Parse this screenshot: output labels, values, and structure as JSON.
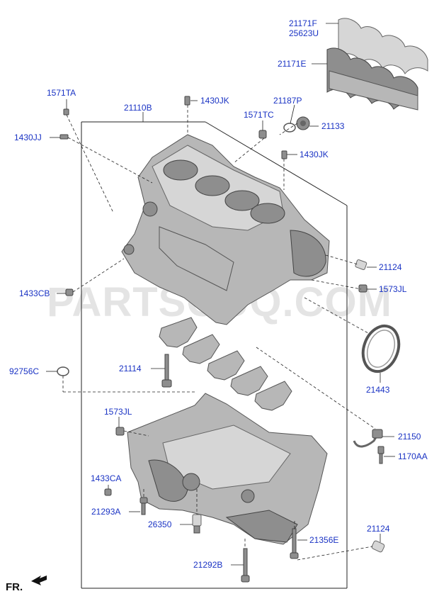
{
  "watermark": "PARTSOUQ.COM",
  "direction_label": "FR.",
  "labels": {
    "p21171F": "21171F",
    "p25623U": "25623U",
    "p21171E": "21171E",
    "p1571TA": "1571TA",
    "p21110B": "21110B",
    "p1430JK_top": "1430JK",
    "p21187P": "21187P",
    "p1571TC": "1571TC",
    "p21133": "21133",
    "p1430JJ": "1430JJ",
    "p1430JK_mid": "1430JK",
    "p21124_top": "21124",
    "p1433CB": "1433CB",
    "p1573JL_right": "1573JL",
    "p21443": "21443",
    "p92756C": "92756C",
    "p21114": "21114",
    "p1573JL_left": "1573JL",
    "p21150": "21150",
    "p1170AA": "1170AA",
    "p1433CA": "1433CA",
    "p21293A": "21293A",
    "p26350": "26350",
    "p21124_bottom": "21124",
    "p21356E": "21356E",
    "p21292B": "21292B"
  }
}
